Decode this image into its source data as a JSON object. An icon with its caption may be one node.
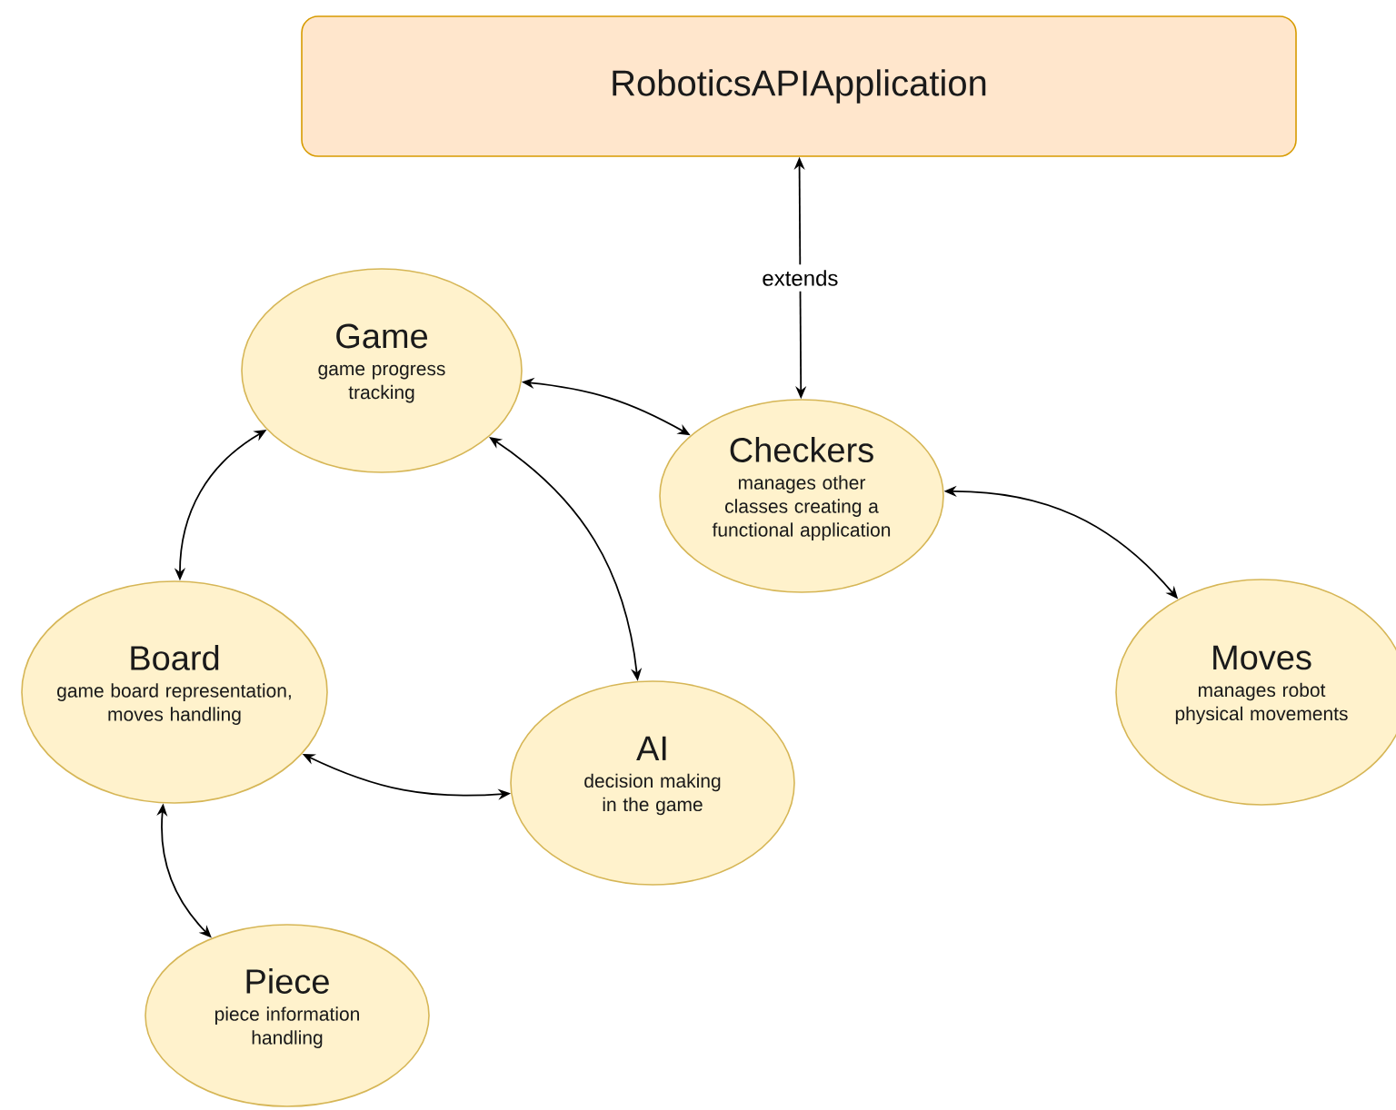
{
  "diagram": {
    "nodes": [
      {
        "text": [
          "RoboticsAPIApplication"
        ]
      },
      {
        "text": [
          "Game",
          "game progress tracking"
        ]
      },
      {
        "text": [
          "Checkers",
          "manages other classes creating a functional application"
        ]
      },
      {
        "text": [
          "Board",
          "game board representation, moves handling"
        ]
      },
      {
        "text": [
          "AI",
          "decision making in the game"
        ]
      },
      {
        "text": [
          "Moves",
          "manages robot physical movements"
        ]
      },
      {
        "text": [
          "Piece",
          "piece information handling"
        ]
      }
    ],
    "edges": [
      {
        "from": 2,
        "to": 0,
        "arrow": "both",
        "label": "extends"
      },
      {
        "from": 1,
        "to": 2,
        "arrow": "both"
      },
      {
        "from": 1,
        "to": 3,
        "arrow": "both"
      },
      {
        "from": 1,
        "to": 4,
        "arrow": "both"
      },
      {
        "from": 2,
        "to": 5,
        "arrow": "both"
      },
      {
        "from": 3,
        "to": 4,
        "arrow": "both"
      },
      {
        "from": 3,
        "to": 6,
        "arrow": "both"
      }
    ]
  }
}
